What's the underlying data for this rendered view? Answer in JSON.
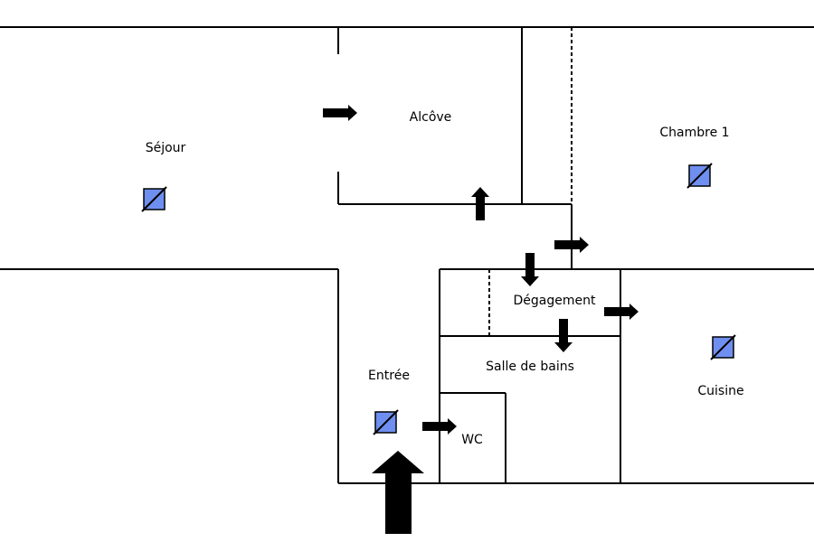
{
  "colors": {
    "sensor_fill": "#6f8ff0",
    "wall": "#000000",
    "arrow": "#000000"
  },
  "rooms": {
    "sejour": "Séjour",
    "alcove": "Alcôve",
    "chambre1": "Chambre 1",
    "degagement": "Dégagement",
    "salle_de_bains": "Salle de bains",
    "entree": "Entrée",
    "wc": "WC",
    "cuisine": "Cuisine"
  },
  "icons": {
    "sensor": "blue-square-slash-icon",
    "arrow": "arrow-icon",
    "main_entrance": "large-up-arrow-icon"
  }
}
